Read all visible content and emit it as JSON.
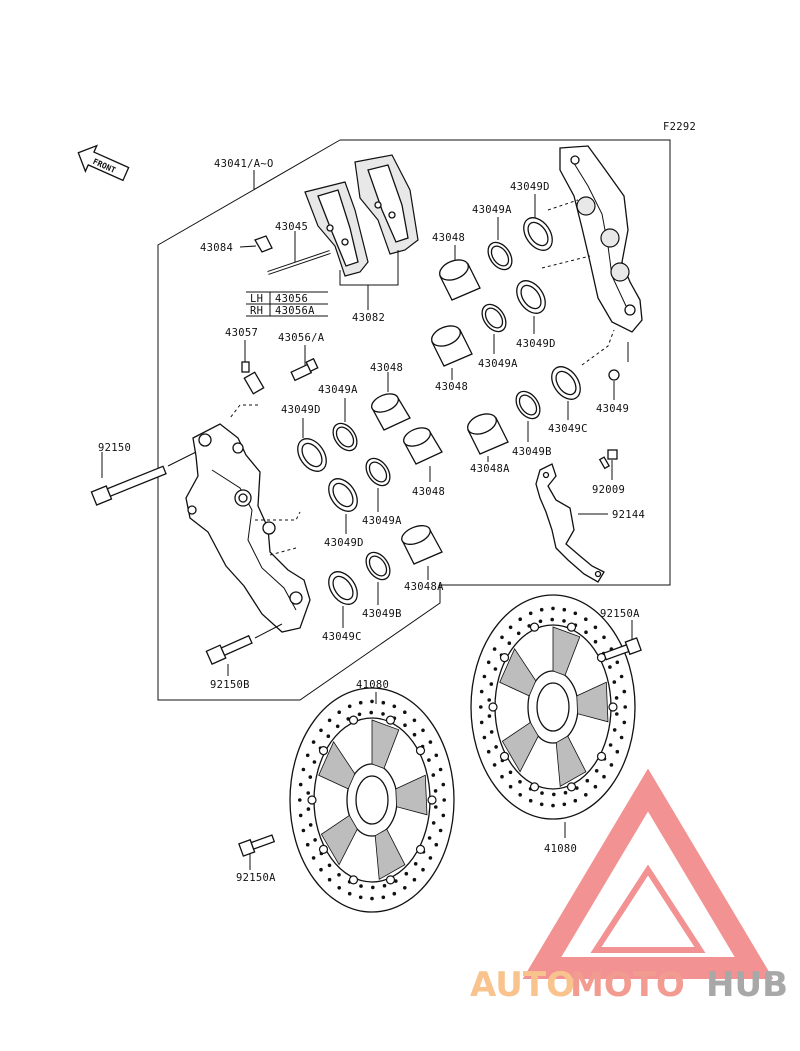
{
  "diagram": {
    "code": "F2292",
    "front_label": "FRONT",
    "labels": {
      "l43041": "43041/A~O",
      "l43045": "43045",
      "l43084": "43084",
      "l43082": "43082",
      "lh": "LH",
      "lh_part": "43056",
      "rh": "RH",
      "rh_part": "43056A",
      "l43057": "43057",
      "l43056a": "43056/A",
      "l43049d_1": "43049D",
      "l43049a_1": "43049A",
      "l43048_1": "43048",
      "l43049a_2": "43049A",
      "l43049d_2": "43049D",
      "l43048_2": "43048",
      "l43049a_3": "43049A",
      "l43049d_3": "43049D",
      "l43048_3": "43048",
      "l43049a_4": "43049A",
      "l43049d_4": "43049D",
      "l43048_4": "43048",
      "l43049c_1": "43049C",
      "l43049": "43049",
      "l43049b_1": "43049B",
      "l43048a_1": "43048A",
      "l92009": "92009",
      "l92144": "92144",
      "l92150": "92150",
      "l43049b_2": "43049B",
      "l43049c_2": "43049C",
      "l43048a_2": "43048A",
      "l92150b": "92150B",
      "l92150a_1": "92150A",
      "l41080_1": "41080",
      "l41080_2": "41080",
      "l92150a_2": "92150A"
    }
  },
  "watermark": {
    "part1": "AUTO",
    "part2": "MOTO",
    "part3": "HUB",
    "color1": "#f7b97a",
    "color2": "#f08a7e",
    "color3": "#9a9a9a",
    "triangle_color": "#f07f7f"
  }
}
